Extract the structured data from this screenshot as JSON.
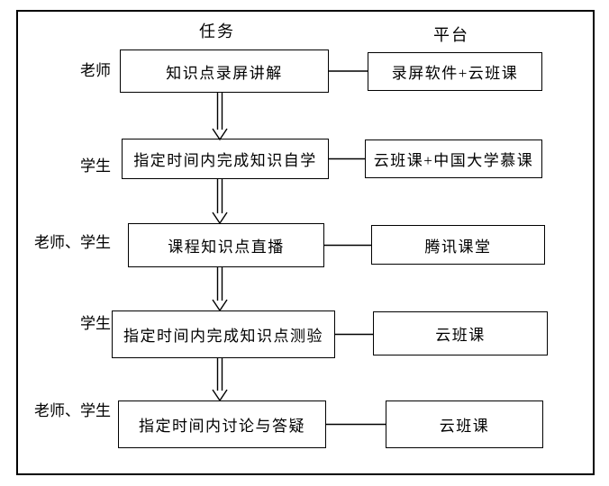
{
  "diagram": {
    "column_headers": {
      "task": "任务",
      "platform": "平台"
    },
    "rows": [
      {
        "role": "老师",
        "task": "知识点录屏讲解",
        "platform": "录屏软件+云班课"
      },
      {
        "role": "学生",
        "task": "指定时间内完成知识自学",
        "platform": "云班课+中国大学慕课"
      },
      {
        "role": "老师、学生",
        "task": "课程知识点直播",
        "platform": "腾讯课堂"
      },
      {
        "role": "学生",
        "task": "指定时间内完成知识点测验",
        "platform": "云班课"
      },
      {
        "role": "老师、学生",
        "task": "指定时间内讨论与答疑",
        "platform": "云班课"
      }
    ],
    "colors": {
      "line": "#000000",
      "background": "#ffffff"
    }
  }
}
